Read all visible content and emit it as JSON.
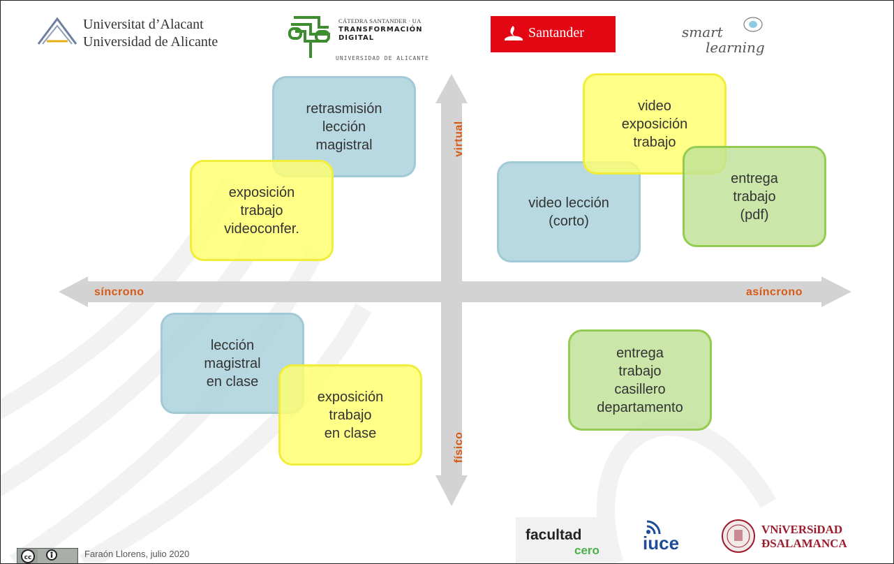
{
  "header": {
    "ua_line1": "Universitat d’Alacant",
    "ua_line2": "Universidad de Alicante",
    "catedra_small": "CÁTEDRA SANTANDER · UA",
    "catedra_line1": "TRANSFORMACIÓN",
    "catedra_line2": "DIGITAL",
    "catedra_foot": "UNIVERSIDAD DE ALICANTE",
    "santander": "Santander",
    "smart_line1": "smart",
    "smart_line2": "learning"
  },
  "axes": {
    "left": "síncrono",
    "right": "asíncrono",
    "top": "virtual",
    "bottom": "físico"
  },
  "boxes": {
    "retrasmision": "retrasmisión\nlección\nmagistral",
    "exposicion_video": "exposición\ntrabajo\nvideoconfer.",
    "video_exposicion": "video\nexposición\ntrabajo",
    "video_leccion": "video lección\n(corto)",
    "entrega_pdf": "entrega\ntrabajo\n(pdf)",
    "leccion_clase": "lección\nmagistral\nen clase",
    "exposicion_clase": "exposición\ntrabajo\nen clase",
    "entrega_casillero": "entrega\ntrabajo\ncasillero\ndepartamento"
  },
  "footer": {
    "author": "Faraón Llorens, julio 2020",
    "facultad_top": "facultad",
    "facultad_bottom": "cero",
    "iuce": "iuce",
    "usal_line1": "VNiVERSiDAD",
    "usal_line2": "ÐSALAMANCA"
  },
  "colors": {
    "axis": "#d3d3d3",
    "axis_label": "#d65a16",
    "blue_box": "#acd1dd",
    "yellow_box": "#ffff6e",
    "green_box": "#bee296",
    "santander_red": "#e30613"
  }
}
